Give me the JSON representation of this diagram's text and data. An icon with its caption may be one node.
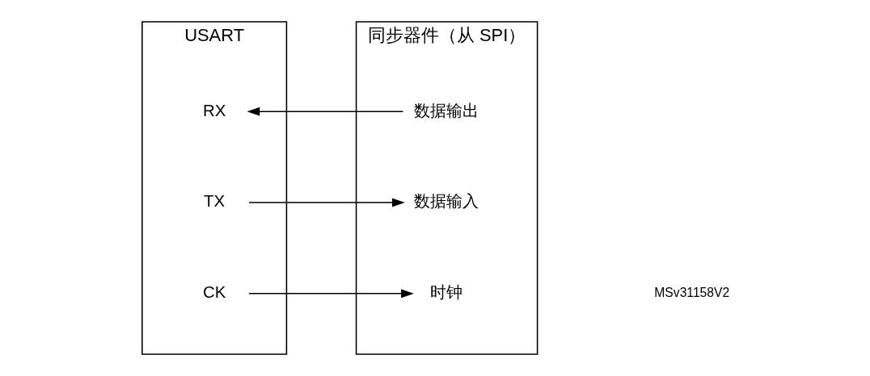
{
  "diagram": {
    "nodes": [
      {
        "text": [
          "USART"
        ]
      },
      {
        "text": [
          "RX"
        ],
        "in": 0
      },
      {
        "text": [
          "TX"
        ],
        "in": 0
      },
      {
        "text": [
          "CK"
        ],
        "in": 0
      },
      {
        "text": [
          "同步器件（从 SPI）"
        ]
      },
      {
        "text": [
          "数据输出"
        ],
        "in": 4
      },
      {
        "text": [
          "数据输入"
        ],
        "in": 4
      },
      {
        "text": [
          "时钟"
        ],
        "in": 4
      }
    ],
    "edges": [
      {
        "from": 5,
        "to": 1,
        "arrow": "to"
      },
      {
        "from": 2,
        "to": 6,
        "arrow": "to"
      },
      {
        "from": 3,
        "to": 7,
        "arrow": "to"
      }
    ],
    "labels": [
      "MSv31158V2"
    ]
  }
}
